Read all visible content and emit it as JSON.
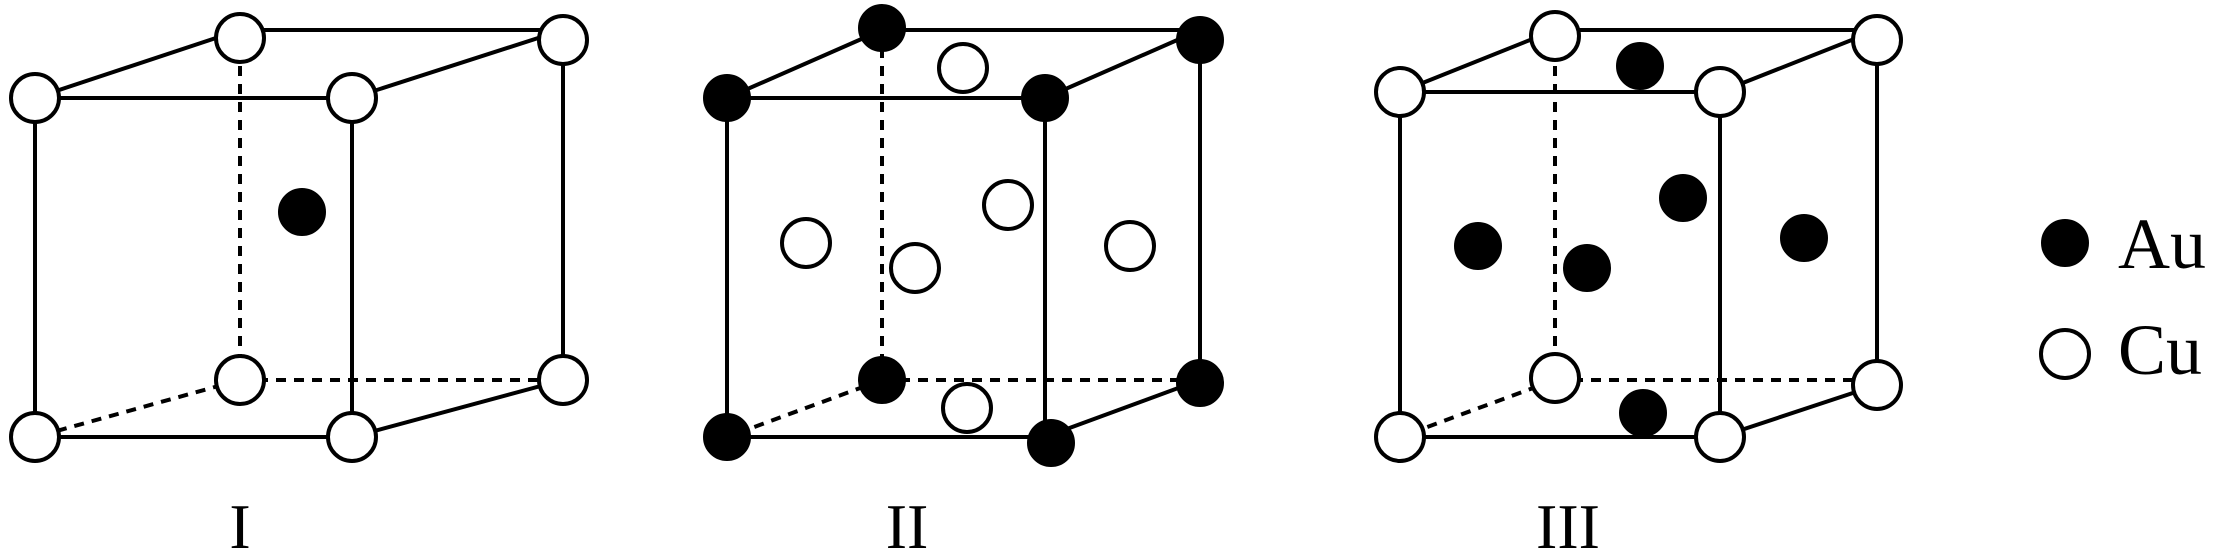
{
  "colors": {
    "au": "#000000",
    "cu": "#ffffff",
    "line": "#000000"
  },
  "cells": [
    {
      "label": "I",
      "corner_atoms": [
        "Cu",
        "Cu",
        "Cu",
        "Cu",
        "Cu",
        "Cu",
        "Cu",
        "Cu"
      ],
      "body_center_atom": "Au",
      "face_center_atoms": []
    },
    {
      "label": "II",
      "corner_atoms": [
        "Au",
        "Au",
        "Au",
        "Au",
        "Au",
        "Au",
        "Au",
        "Au"
      ],
      "body_center_atom": null,
      "face_center_atoms": [
        "Cu",
        "Cu",
        "Cu",
        "Cu",
        "Cu",
        "Cu"
      ]
    },
    {
      "label": "III",
      "corner_atoms": [
        "Cu",
        "Cu",
        "Cu",
        "Cu",
        "Cu",
        "Cu",
        "Cu",
        "Cu"
      ],
      "body_center_atom": null,
      "face_center_atoms": [
        "Au",
        "Au",
        "Au",
        "Au",
        "Au",
        "Au"
      ]
    }
  ],
  "legend": [
    {
      "symbol": "filled-circle",
      "label": "Au"
    },
    {
      "symbol": "open-circle",
      "label": "Cu"
    }
  ]
}
